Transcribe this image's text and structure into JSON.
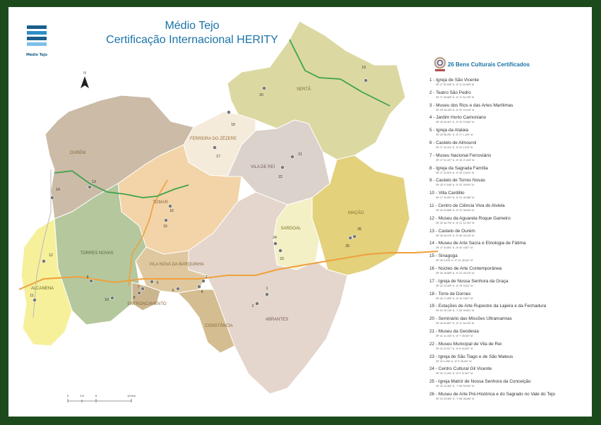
{
  "header": {
    "logo_text": "Médio Tejo",
    "title_line1": "Médio Tejo",
    "title_line2": "Certificação Internacional HERITY"
  },
  "legend": {
    "title": "26 Bens Culturais Certificados",
    "icon": "herity-logo-icon"
  },
  "sites": [
    {
      "label": "1 - Igreja de São Vicente",
      "coords": "39º 27' 52.938\" N - 8º 11' 52.969\" W"
    },
    {
      "label": "2 - Teatro São Pedro",
      "coords": "39º 27' 49.689\" N - 8º 11' 54.799\" W"
    },
    {
      "label": "3 - Museu dos Rios e das Artes Marítimas",
      "coords": "39º 28' 35.183\" N - 8º 20' 19.416\" W"
    },
    {
      "label": "4 - Jardim Horto Camoniano",
      "coords": "39º 28' 30.367\" N - 8º 20' 19.363\" W"
    },
    {
      "label": "5 - Igreja da Atalaia",
      "coords": "39º 26' 58.291\" N - 8º 27' 1.199\" W"
    },
    {
      "label": "6 - Castelo de Almourol",
      "coords": "39º 27' 43.114\" N - 8º 23' 2.319\" W"
    },
    {
      "label": "7 - Museu Nacional Ferroviário",
      "coords": "39º 27' 51.157\" N - 8º 28' 27.403\" W"
    },
    {
      "label": "8 - Igreja da Sagrada Família",
      "coords": "39º 27' 32.519\" N - 8º 28' 13.811\" W"
    },
    {
      "label": "9 - Castelo de Torres Novas",
      "coords": "39º 28' 47.948\" N - 8º 32' 25.993\" W"
    },
    {
      "label": "10 - Villa Cardillio",
      "coords": "39º 27' 10.592\" N - 8º 31' 44.388\" W"
    },
    {
      "label": "11 - Centro de Ciência Viva do Alviela",
      "coords": "39º 26' 43.868\" N - 8º 43' 36.553\" W"
    },
    {
      "label": "12 - Museu da Aguarela Roque Gameiro",
      "coords": "39º 30' 46.705\" N - 8º 41' 15.752\" W"
    },
    {
      "label": "13 - Castelo de Ourém",
      "coords": "39º 38' 26.476\" N - 8º 35' 32.019\" W"
    },
    {
      "label": "14 - Museu de Arte Sacra e Etnologia de Fátima",
      "coords": "39º 37' 44.891\" N - 8º 40' 0.567\" W"
    },
    {
      "label": "15 - Sinagoga",
      "coords": "39º 36' 5.928\" N - 8º 24' 45.400\" W"
    },
    {
      "label": "16 - Núcleo de Arte Contemporânea",
      "coords": "39º 36' 16.889\" N - 8º 24' 49.476\" W"
    },
    {
      "label": "17 - Igreja de Nossa Senhora da Graça",
      "coords": "39º 42' 41.499\" N - 8º 18' 9.041\" W"
    },
    {
      "label": "18 - Torre de Dornes",
      "coords": "39º 46' 17.089\" N - 8º 16' 0.807\" W"
    },
    {
      "label": "19 - Estações de Arte Rupestre da Lajeira e da Fechadura",
      "coords": "39º 50' 35.148\" N - 7º 56' 49.891\" W"
    },
    {
      "label": "20 - Seminário das Missões Ultramarinas",
      "coords": "39º 48' 54.857\" N - 8º 11' 34.315\" W"
    },
    {
      "label": "21 - Museu da Geodesia",
      "coords": "39º 41' 41.155\" N - 8º 7' 49.053\" W"
    },
    {
      "label": "22 - Museu Municipal de Vila de Rei",
      "coords": "39º 40' 32.917\" N - 8º 8' 54.942\" W"
    },
    {
      "label": "23 - Igreja de São Tiago e de São Mateus",
      "coords": "39º 32' 0.498\" N - 8º 9' 38.002\" W"
    },
    {
      "label": "24 - Centro Cultural Gil Vicente",
      "coords": "39º 32' 21.282\" N - 8º 9' 37.487\" W"
    },
    {
      "label": "25 - Igreja Matriz de Nossa Senhora da Conceição",
      "coords": "39º 33' 14.382\" N - 7º 58' 53.993\" W"
    },
    {
      "label": "26 - Museu de Arte Pré-Histórica e do Sagrado no Vale do Tejo",
      "coords": "39º 33' 25.364\" N - 7º 58' 36.665\" W"
    }
  ],
  "municipalities": {
    "serta": "SERTÃ",
    "ferreira": "FERREIRA DO ZÊZERE",
    "ourem": "OURÉM",
    "vila_de_rei": "VILA DE REI",
    "tomar": "TOMAR",
    "macao": "MAÇÃO",
    "sardoal": "SARDOAL",
    "torres_novas": "TORRES NOVAS",
    "vila_nova": "VILA NOVA DA BARQUINHA",
    "alcanena": "ALCANENA",
    "entroncamento": "ENTRONCAMENTO",
    "abrantes": "ABRANTES",
    "constancia": "CONSTÂNCIA"
  },
  "markers": [
    "1",
    "2",
    "3",
    "4",
    "5",
    "6",
    "7",
    "8",
    "9",
    "10",
    "11",
    "12",
    "13",
    "14",
    "15",
    "16",
    "17",
    "18",
    "19",
    "20",
    "21",
    "22",
    "23",
    "24",
    "25",
    "26"
  ],
  "compass": {
    "label": "N"
  },
  "scale": {
    "ticks": [
      "0",
      "2.5",
      "5",
      "10 Km"
    ]
  },
  "colors": {
    "frame": "#1d4a1d",
    "title": "#1a73a8",
    "marker": "#555555",
    "road_orange": "#f0a03c",
    "road_green": "#3fa34d"
  }
}
